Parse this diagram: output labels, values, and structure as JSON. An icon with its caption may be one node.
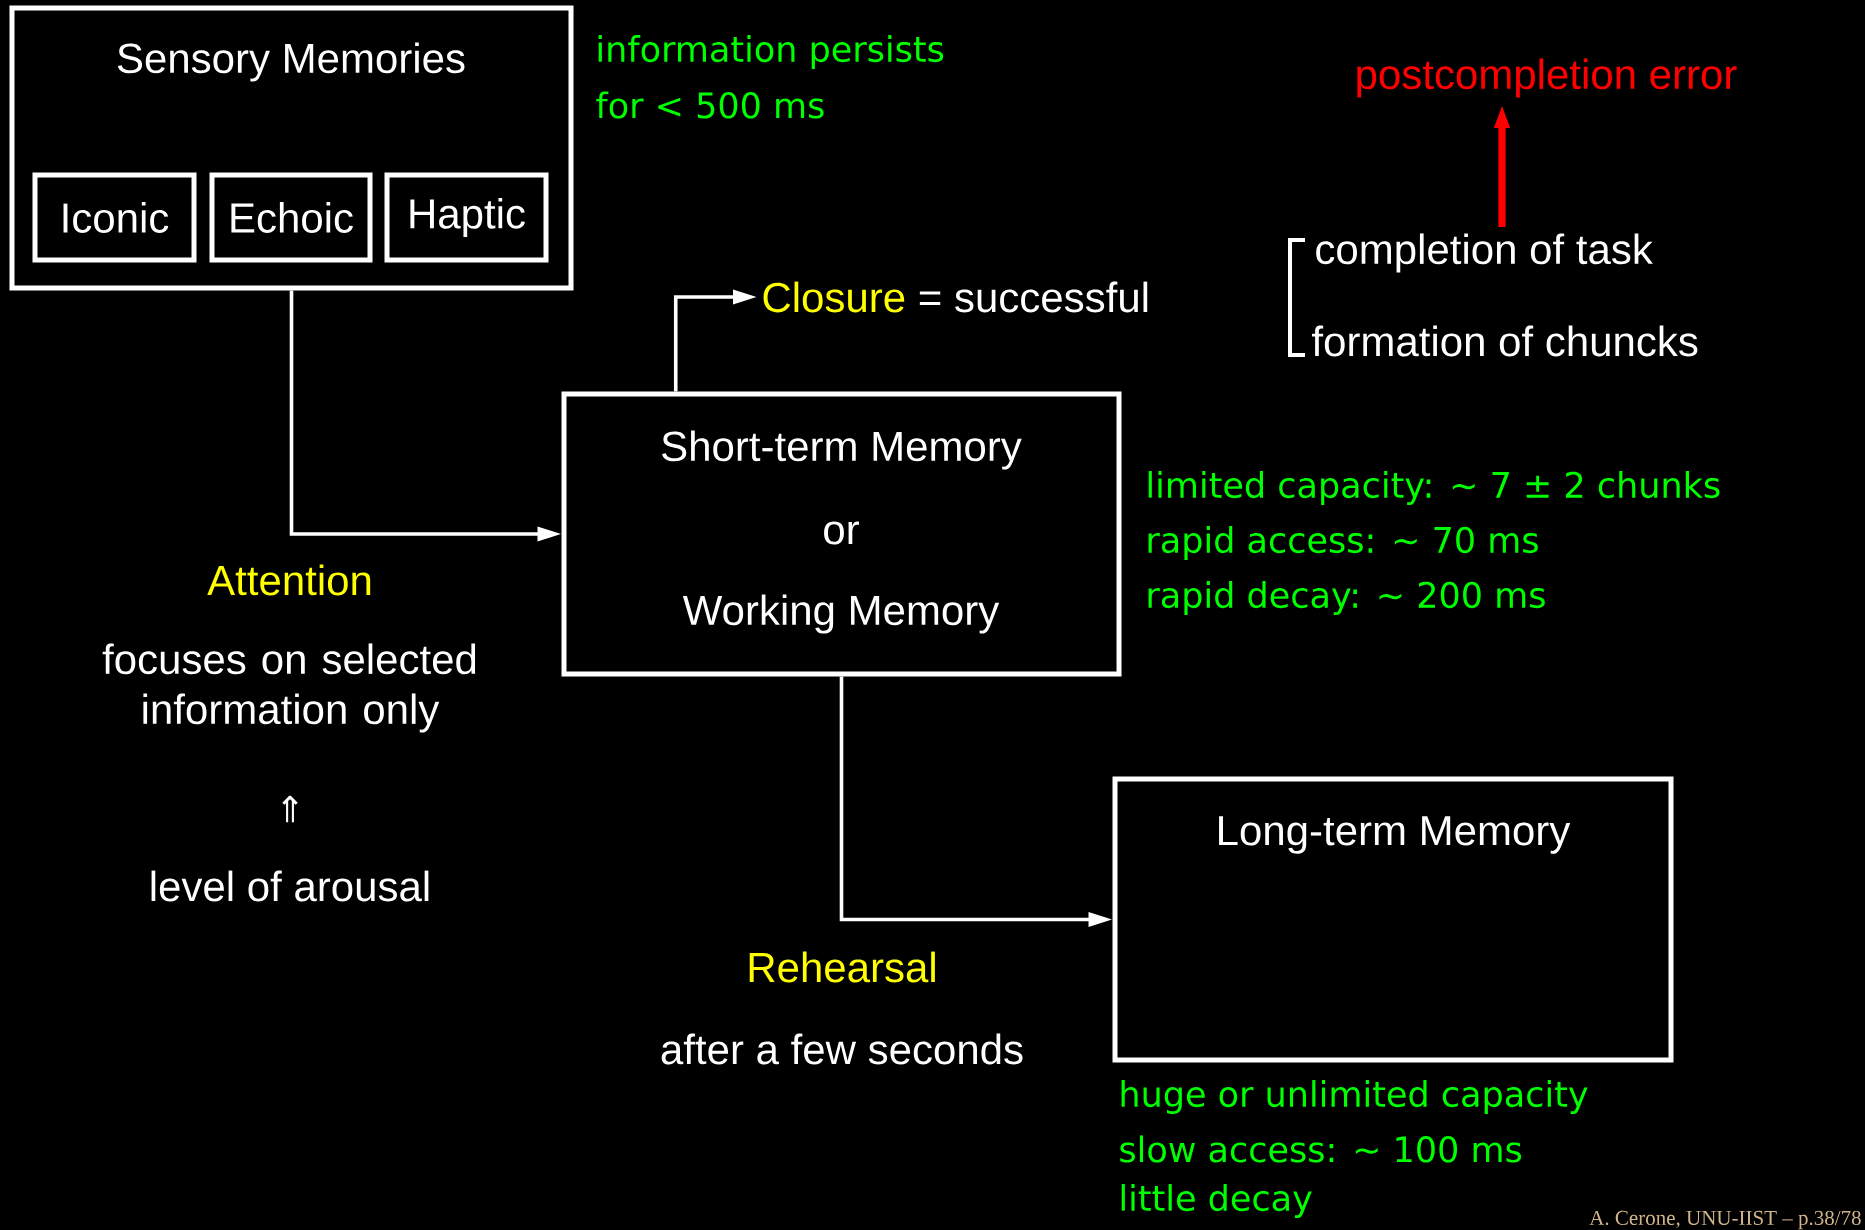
{
  "diagram": {
    "nodes": [
      {
        "text": [
          "Sensory Memories"
        ],
        "beside": [
          "information persists",
          "for < 500 ms"
        ]
      },
      {
        "text": [
          "Iconic"
        ],
        "in": 0
      },
      {
        "text": [
          "Echoic"
        ],
        "in": 0
      },
      {
        "text": [
          "Haptic"
        ],
        "in": 0
      },
      {
        "text": [
          "Short-term Memory",
          "or",
          "Working Memory"
        ],
        "beside": [
          "limited capacity: ∼ 7 ± 2 chunks",
          "rapid access: ∼ 70 ms",
          "rapid decay: ∼ 200 ms"
        ]
      },
      {
        "text": [
          "Long-term Memory"
        ],
        "beside": [
          "huge or unlimited capacity",
          "slow access: ∼ 100 ms",
          "little decay"
        ]
      },
      {
        "text": [
          "Closure",
          "= successful"
        ]
      },
      {
        "text": [
          "completion of task"
        ]
      },
      {
        "text": [
          "postcompletion error"
        ]
      }
    ],
    "edges": [
      {
        "from": 0,
        "to": 4,
        "arrow": "to"
      },
      {
        "from": 4,
        "to": 6,
        "arrow": "to"
      },
      {
        "from": 4,
        "to": 5,
        "arrow": "to"
      },
      {
        "from": 7,
        "to": 8,
        "arrow": "to",
        "style": "thick",
        "color": "#ff0000"
      }
    ],
    "labels": [
      "formation of chuncks",
      "Attention",
      "focuses on selected information only",
      "⇑",
      "level of arousal",
      "Rehearsal",
      "after a few seconds",
      "A. Cerone, UNU-IIST – p.38/78"
    ]
  }
}
